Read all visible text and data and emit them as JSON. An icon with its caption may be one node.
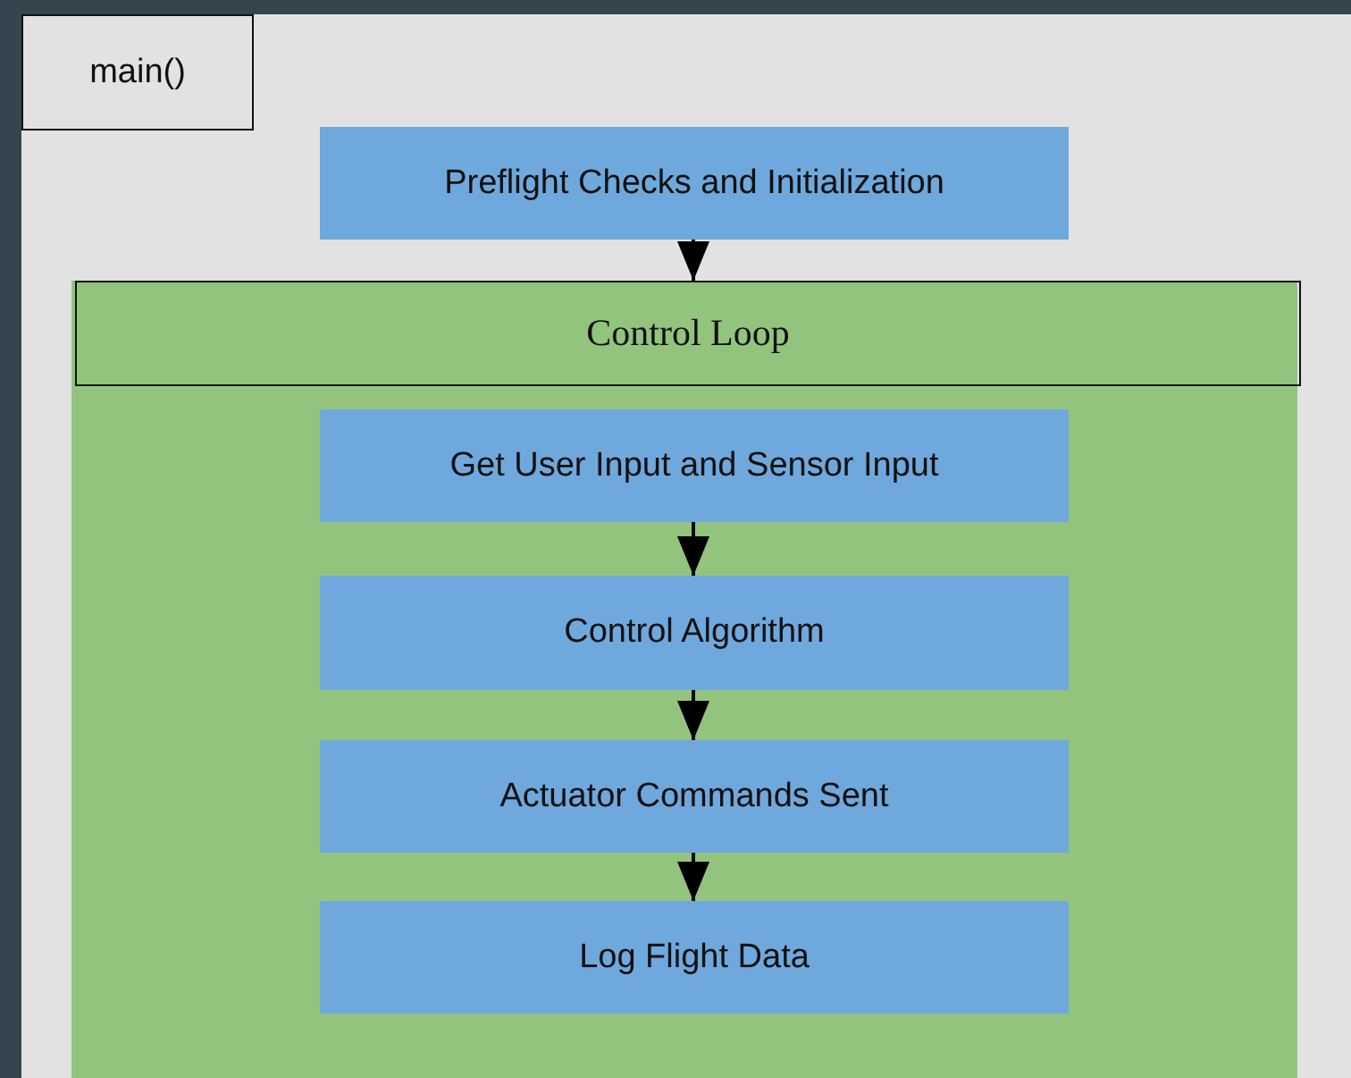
{
  "diagram": {
    "nodes": [
      {
        "text": [
          "main()"
        ]
      },
      {
        "text": [
          "Preflight Checks and Initialization"
        ],
        "in": 0
      },
      {
        "text": [
          "Control Loop"
        ],
        "in": 0
      },
      {
        "text": [
          "Get User Input and Sensor Input"
        ],
        "in": 2
      },
      {
        "text": [
          "Control Algorithm"
        ],
        "in": 2
      },
      {
        "text": [
          "Actuator Commands Sent"
        ],
        "in": 2
      },
      {
        "text": [
          "Log Flight Data"
        ],
        "in": 2
      }
    ],
    "edges": [
      {
        "from": 1,
        "to": 2,
        "arrow": "to"
      },
      {
        "from": 3,
        "to": 4,
        "arrow": "to"
      },
      {
        "from": 4,
        "to": 5,
        "arrow": "to"
      },
      {
        "from": 5,
        "to": 6,
        "arrow": "to"
      }
    ]
  }
}
